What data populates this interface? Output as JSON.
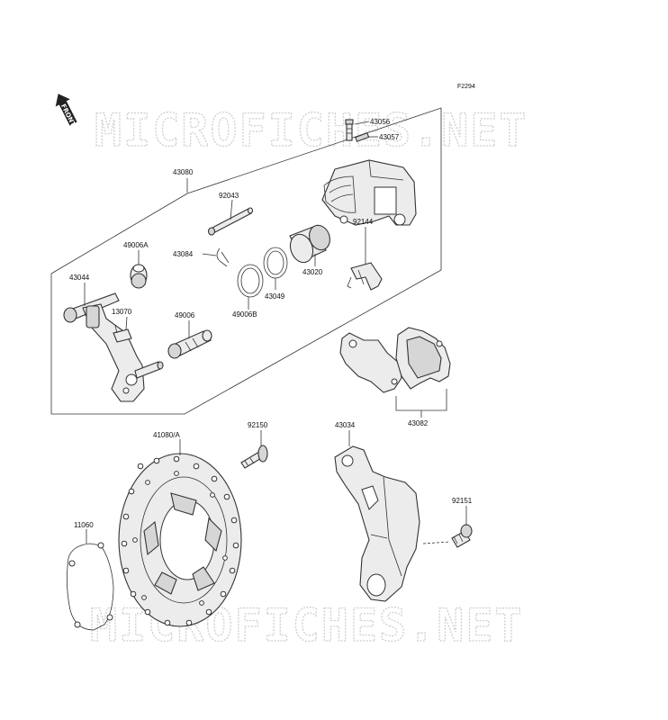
{
  "figure_ref": "F2294",
  "front_marker": "FRONT",
  "watermarks": [
    "MICROFICHES.NET",
    "MICROFICHES.NET"
  ],
  "parts": {
    "caliper_assy": "43080",
    "bleed_valve": "43056",
    "bleed_cap": "43057",
    "pin_92043": "92043",
    "boot_49006a": "49006A",
    "cotter_pin": "43084",
    "holder": "43044",
    "seal_49006b": "49006B",
    "seal_43049": "43049",
    "piston": "43020",
    "spring_92144": "92144",
    "clip_13070": "13070",
    "boot_49006": "49006",
    "pads": "43082",
    "disc": "41080/A",
    "bolt_92150": "92150",
    "bracket": "43034",
    "bolt_92151": "92151",
    "gasket": "11060"
  }
}
